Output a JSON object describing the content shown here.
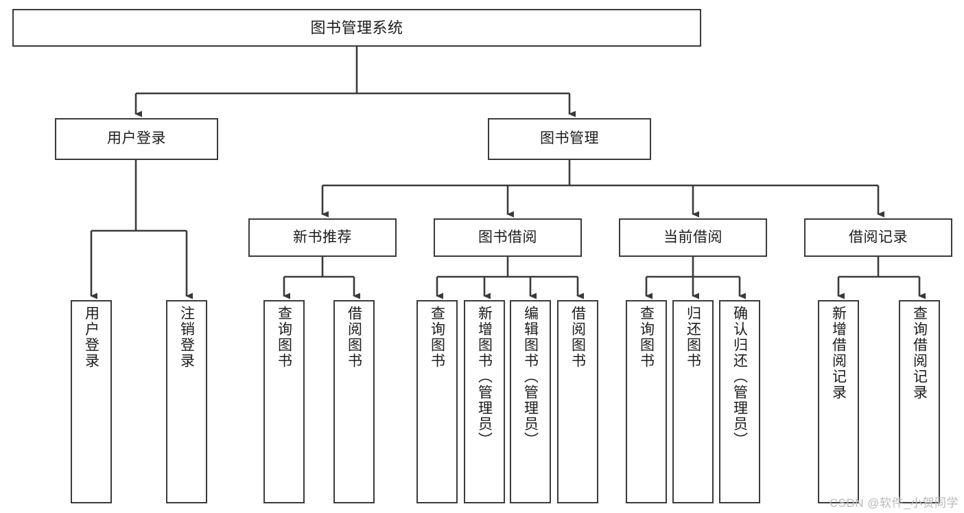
{
  "diagram": {
    "title": "图书管理系统",
    "type": "tree-hierarchy-diagram",
    "watermark": "CSDN @软件_小贺同学",
    "colors": {
      "box_border": "#3a3a3a",
      "box_fill": "#ffffff",
      "edge": "#3a3a3a",
      "text": "#1b1b1b",
      "watermark": "#b9b9b9",
      "background": "#ffffff"
    }
  },
  "nodes": {
    "root": {
      "label": "图书管理系统"
    },
    "level2": [
      {
        "id": "user-login",
        "label": "用户登录"
      },
      {
        "id": "book-manage",
        "label": "图书管理"
      }
    ],
    "level3": [
      {
        "id": "new-book-recommend",
        "label": "新书推荐"
      },
      {
        "id": "book-borrow",
        "label": "图书借阅"
      },
      {
        "id": "current-borrow",
        "label": "当前借阅"
      },
      {
        "id": "borrow-record",
        "label": "借阅记录"
      }
    ],
    "leaves": {
      "user_login": [
        {
          "id": "leaf-user-login",
          "label": "用户登录"
        },
        {
          "id": "leaf-user-logout",
          "label": "注销登录"
        }
      ],
      "new_book_recommend": [
        {
          "id": "leaf-query-book-1",
          "label": "查询图书"
        },
        {
          "id": "leaf-borrow-book-1",
          "label": "借阅图书"
        }
      ],
      "book_borrow": [
        {
          "id": "leaf-query-book-2",
          "label": "查询图书"
        },
        {
          "id": "leaf-add-book",
          "label": "新增图书（管理员）"
        },
        {
          "id": "leaf-edit-book",
          "label": "编辑图书（管理员）"
        },
        {
          "id": "leaf-borrow-book-2",
          "label": "借阅图书"
        }
      ],
      "current_borrow": [
        {
          "id": "leaf-query-book-3",
          "label": "查询图书"
        },
        {
          "id": "leaf-return-book",
          "label": "归还图书"
        },
        {
          "id": "leaf-confirm-return",
          "label": "确认归还（管理员）"
        }
      ],
      "borrow_record": [
        {
          "id": "leaf-add-record",
          "label": "新增借阅记录"
        },
        {
          "id": "leaf-query-record",
          "label": "查询借阅记录"
        }
      ]
    }
  }
}
